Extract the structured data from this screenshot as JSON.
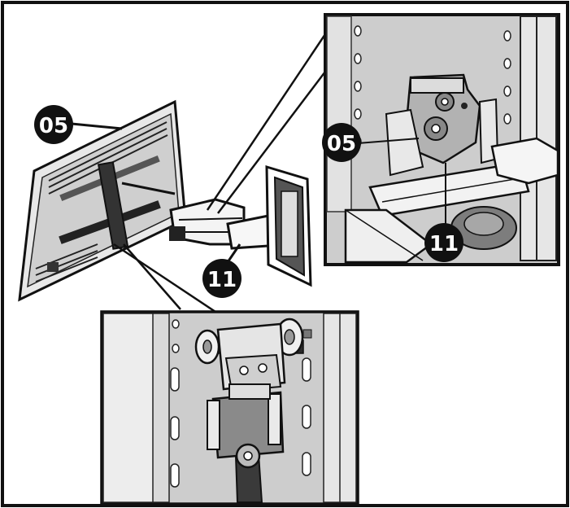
{
  "callouts": {
    "main_plate": "05",
    "main_arm": "11",
    "detail_plate": "05",
    "detail_arm": "11"
  },
  "colors": {
    "ink": "#111111",
    "panel": "#c9c9c9",
    "panel_light": "#e4e4e4",
    "callout_bg": "#111111",
    "background": "#ffffff"
  }
}
